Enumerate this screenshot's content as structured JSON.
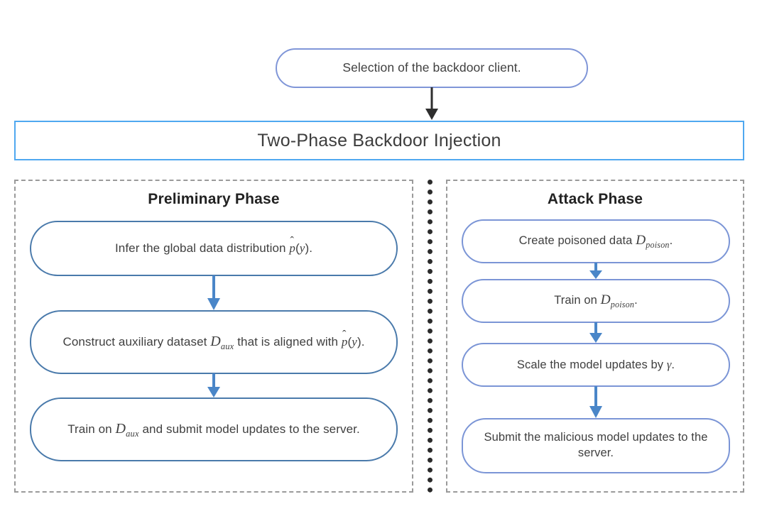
{
  "diagram": {
    "title": "Two-Phase Backdoor Injection flowchart",
    "entry_node": {
      "label": "Selection of the backdoor client."
    },
    "banner": {
      "label": "Two-Phase Backdoor Injection"
    },
    "colors": {
      "banner_border": "#4fa8f0",
      "left_node_border": "#4a7aab",
      "right_node_border": "#7b95d6",
      "entry_node_border": "#8096d8",
      "panel_border": "#9a9a9a",
      "divider": "#2b2b2b",
      "arrow_top": "#2e2e2e",
      "arrow_blue": "#4a86c8",
      "text": "#3f3f3f",
      "background": "#ffffff"
    },
    "panels": [
      {
        "id": "preliminary",
        "title": "Preliminary Phase",
        "steps": [
          {
            "id": "infer-distribution",
            "parts": [
              {
                "t": "text",
                "v": "Infer the global data distribution "
              },
              {
                "t": "hat",
                "v": "p"
              },
              {
                "t": "text",
                "v": "("
              },
              {
                "t": "italic",
                "v": "y"
              },
              {
                "t": "text",
                "v": ")."
              }
            ],
            "plain": "Infer the global data distribution p̂(y)."
          },
          {
            "id": "construct-auxiliary-dataset",
            "parts": [
              {
                "t": "text",
                "v": "Construct auxiliary dataset "
              },
              {
                "t": "var",
                "v": "D",
                "sub": "aux"
              },
              {
                "t": "text",
                "v": " that is aligned with "
              },
              {
                "t": "hat",
                "v": "p"
              },
              {
                "t": "text",
                "v": "("
              },
              {
                "t": "italic",
                "v": "y"
              },
              {
                "t": "text",
                "v": ")."
              }
            ],
            "plain": "Construct auxiliary dataset D_aux that is aligned with p̂(y)."
          },
          {
            "id": "train-and-submit",
            "parts": [
              {
                "t": "text",
                "v": "Train on "
              },
              {
                "t": "var",
                "v": "D",
                "sub": "aux"
              },
              {
                "t": "text",
                "v": " and submit model updates to the server."
              }
            ],
            "plain": "Train on D_aux and submit model updates to the server."
          }
        ]
      },
      {
        "id": "attack",
        "title": "Attack Phase",
        "steps": [
          {
            "id": "create-poisoned-data",
            "parts": [
              {
                "t": "text",
                "v": "Create poisoned data "
              },
              {
                "t": "var",
                "v": "D",
                "sub": "poison"
              },
              {
                "t": "text",
                "v": "."
              }
            ],
            "plain": "Create poisoned data D_poison."
          },
          {
            "id": "train-on-poison",
            "parts": [
              {
                "t": "text",
                "v": "Train on "
              },
              {
                "t": "var",
                "v": "D",
                "sub": "poison"
              },
              {
                "t": "text",
                "v": "."
              }
            ],
            "plain": "Train on D_poison."
          },
          {
            "id": "scale-model-updates",
            "parts": [
              {
                "t": "text",
                "v": "Scale the model updates by "
              },
              {
                "t": "italic",
                "v": "γ"
              },
              {
                "t": "text",
                "v": "."
              }
            ],
            "plain": "Scale the model updates by γ."
          },
          {
            "id": "submit-malicious-updates",
            "parts": [
              {
                "t": "text",
                "v": "Submit the malicious model updates to the server."
              }
            ],
            "plain": "Submit the malicious model updates to the server."
          }
        ]
      }
    ],
    "connectors": [
      {
        "id": "entry-to-banner",
        "style": "dark-arrow-down"
      },
      {
        "id": "prelim-step1-to-step2",
        "style": "blue-arrow-down"
      },
      {
        "id": "prelim-step2-to-step3",
        "style": "blue-arrow-down"
      },
      {
        "id": "attack-step1-to-step2",
        "style": "blue-arrow-down"
      },
      {
        "id": "attack-step2-to-step3",
        "style": "blue-arrow-down"
      },
      {
        "id": "attack-step3-to-step4",
        "style": "blue-arrow-down"
      }
    ]
  }
}
